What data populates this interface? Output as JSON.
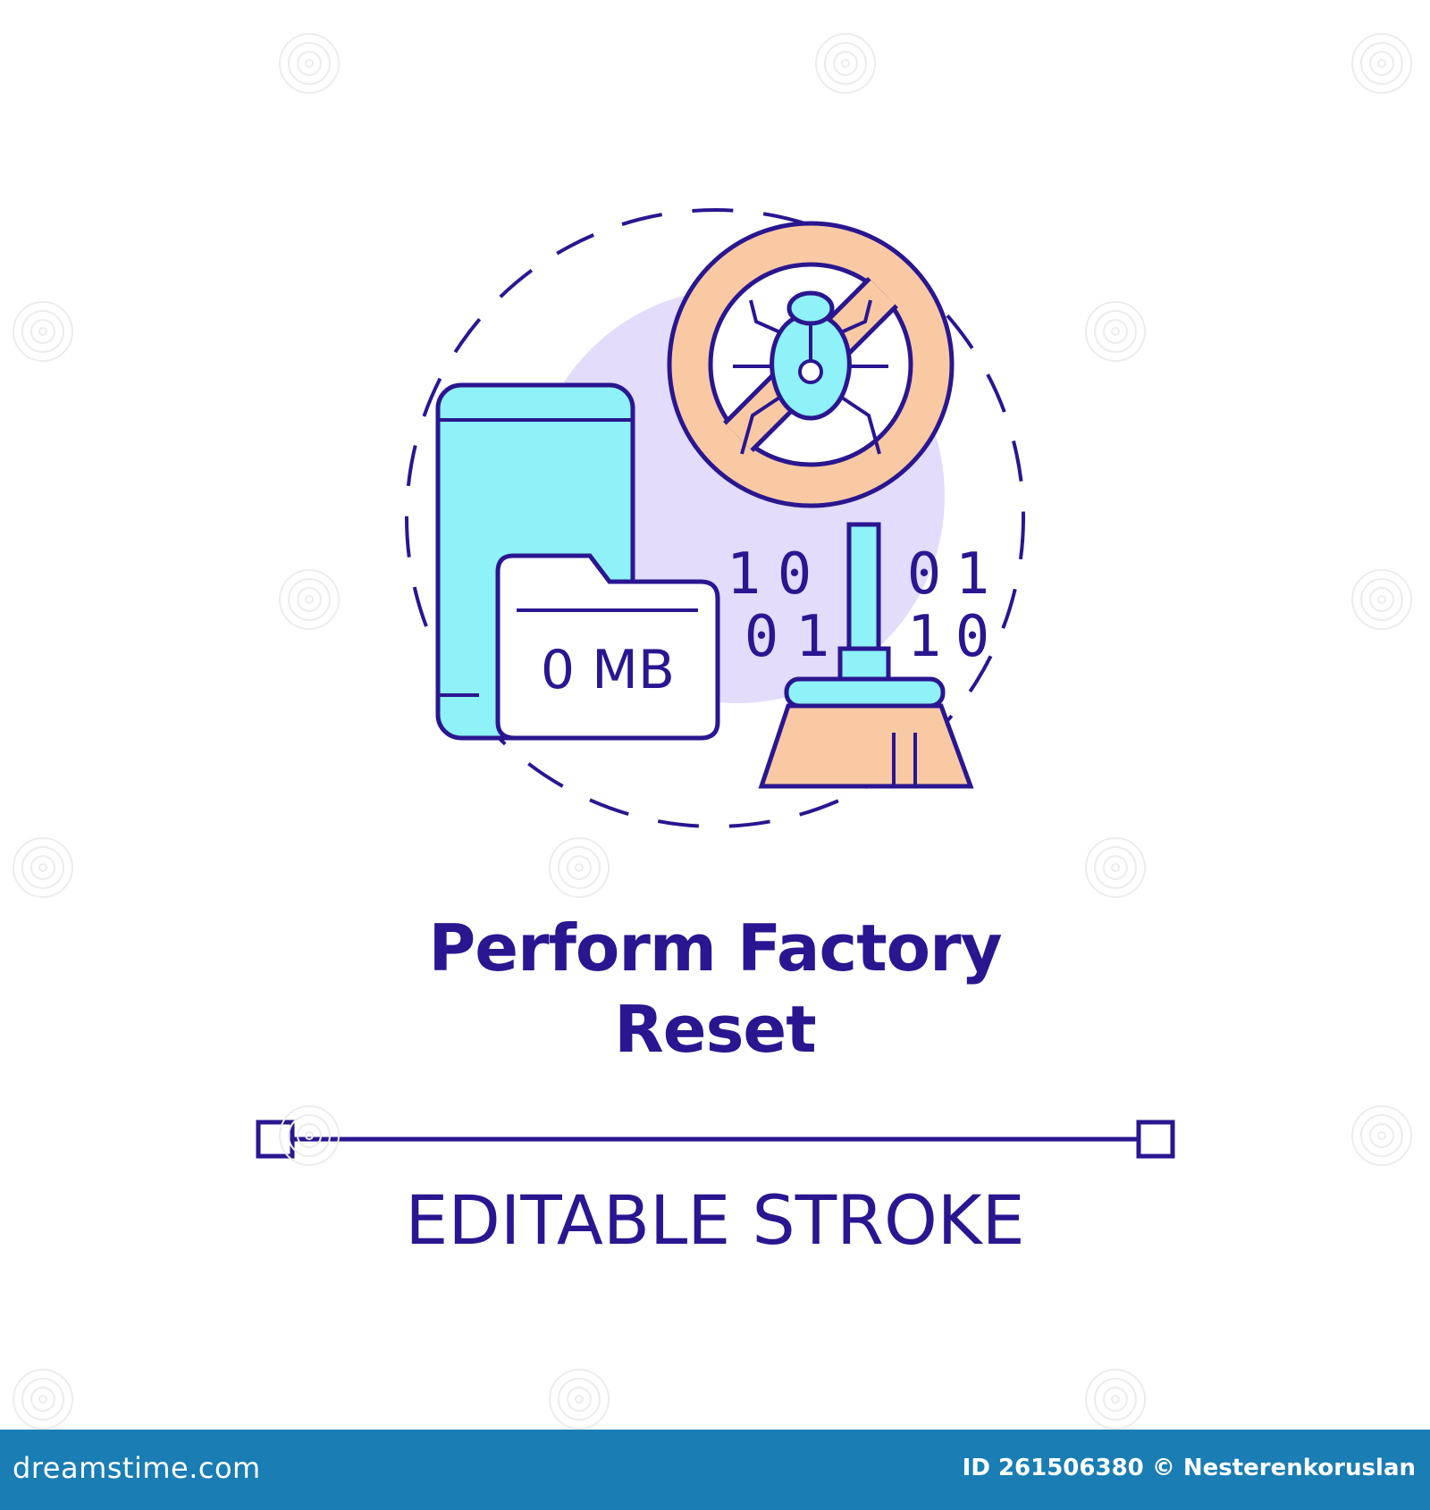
{
  "illustration": {
    "folder_label": "0 MB",
    "binary_top": [
      "1",
      "0",
      "0",
      "1"
    ],
    "binary_bottom": [
      "0",
      "1",
      "1",
      "0"
    ],
    "icons": [
      "smartphone-icon",
      "folder-icon",
      "no-bug-icon",
      "binary-code-icon",
      "broom-icon"
    ]
  },
  "title": {
    "line1": "Perform Factory",
    "line2": "Reset"
  },
  "stroke_label": "EDITABLE STROKE",
  "footer": {
    "site": "dreamstime.com",
    "credit": "ID 261506380 © Nesterenkoruslan"
  },
  "colors": {
    "outline": "#2a1690",
    "cyan": "#8ef2f8",
    "orange": "#f9c9a4",
    "lavender": "#e3dcfb",
    "footer_bar": "#1a7db4"
  }
}
